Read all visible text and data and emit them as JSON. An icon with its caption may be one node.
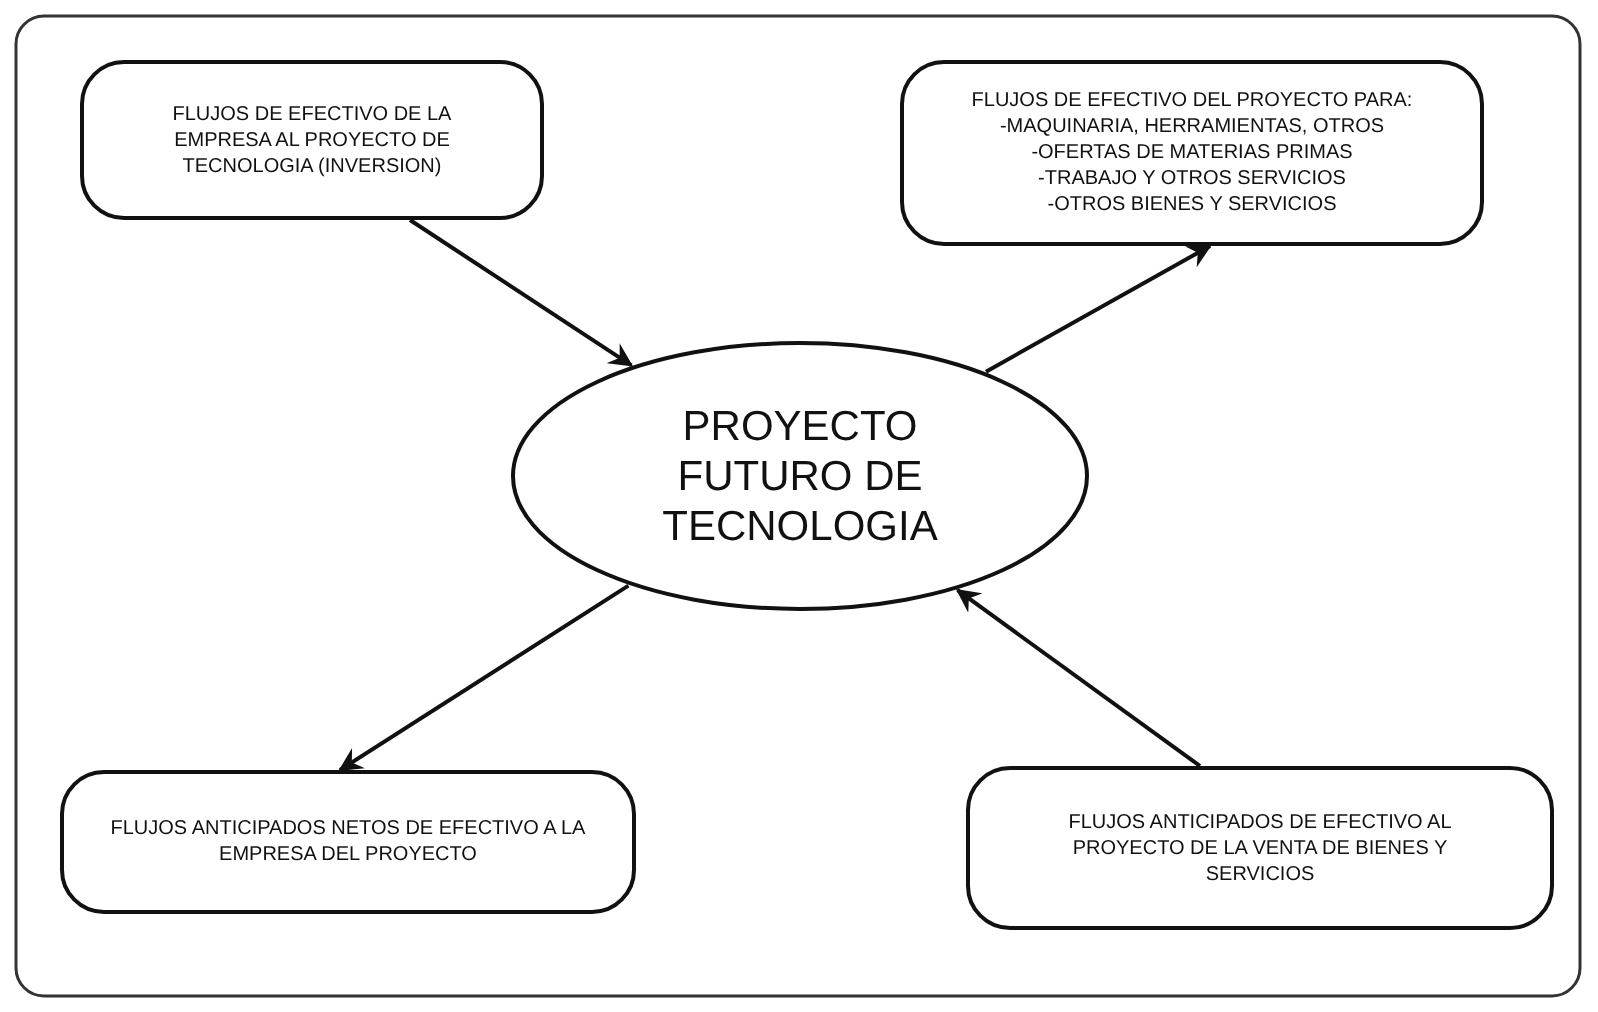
{
  "diagram": {
    "nodes": [
      {
        "text": [
          "FLUJOS DE EFECTIVO DE LA EMPRESA AL PROYECTO DE TECNOLOGIA (INVERSION)"
        ]
      },
      {
        "text": [
          "FLUJOS DE EFECTIVO DEL PROYECTO PARA:",
          "-MAQUINARIA, HERRAMIENTAS, OTROS",
          "-OFERTAS DE MATERIAS PRIMAS",
          "-TRABAJO Y OTROS SERVICIOS",
          "-OTROS BIENES Y SERVICIOS"
        ]
      },
      {
        "text": [
          "PROYECTO FUTURO DE TECNOLOGIA"
        ]
      },
      {
        "text": [
          "FLUJOS ANTICIPADOS NETOS DE EFECTIVO A LA EMPRESA DEL PROYECTO"
        ]
      },
      {
        "text": [
          "FLUJOS ANTICIPADOS DE EFECTIVO AL PROYECTO DE LA VENTA DE BIENES Y SERVICIOS"
        ]
      }
    ],
    "edges": [
      {
        "from": 0,
        "to": 2,
        "arrow": "to"
      },
      {
        "from": 2,
        "to": 1,
        "arrow": "to"
      },
      {
        "from": 2,
        "to": 3,
        "arrow": "to"
      },
      {
        "from": 4,
        "to": 2,
        "arrow": "to"
      }
    ]
  }
}
